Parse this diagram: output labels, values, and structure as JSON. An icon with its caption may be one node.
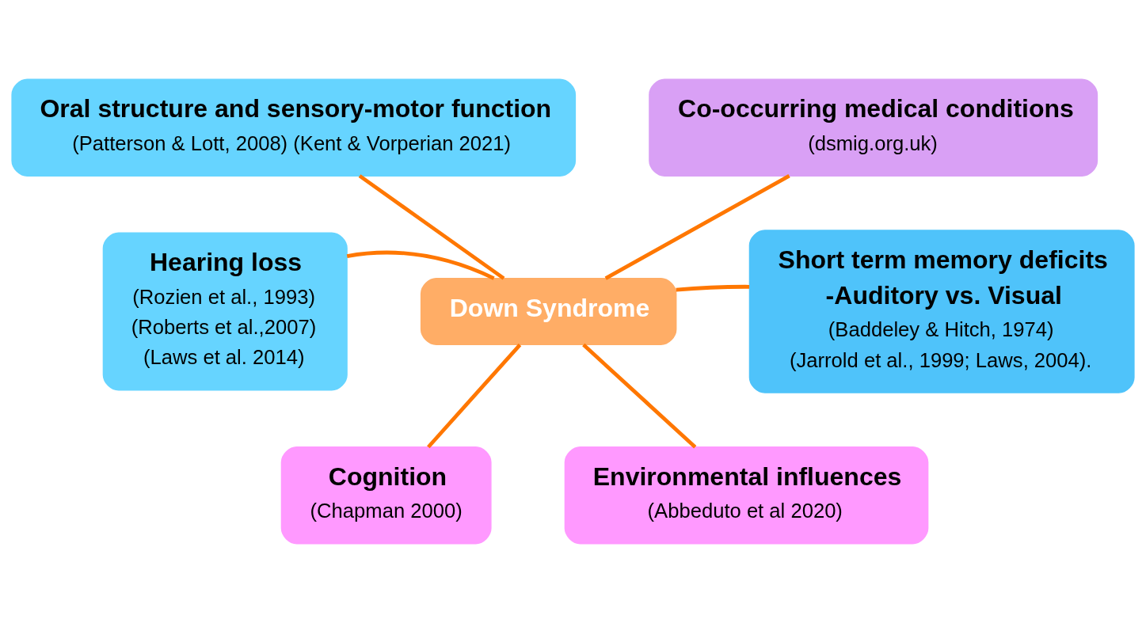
{
  "diagram": {
    "nodes": [
      {
        "text": [
          "Down Syndrome"
        ]
      },
      {
        "text": [
          "Oral structure and sensory-motor function",
          "(Patterson & Lott, 2008) (Kent & Vorperian 2021)"
        ]
      },
      {
        "text": [
          "Co-occurring medical conditions",
          "(dsmig.org.uk)"
        ]
      },
      {
        "text": [
          "Hearing loss",
          "(Rozien et al., 1993)",
          "(Roberts et al.,2007)",
          "(Laws et al. 2014)"
        ]
      },
      {
        "text": [
          "Short term memory deficits",
          "-Auditory vs. Visual",
          "(Baddeley & Hitch, 1974)",
          "(Jarrold et al., 1999; Laws, 2004)."
        ]
      },
      {
        "text": [
          "Cognition",
          "(Chapman 2000)"
        ]
      },
      {
        "text": [
          "Environmental influences",
          "(Abbeduto et al 2020)"
        ]
      }
    ],
    "edges": [
      {
        "from": 0,
        "to": 1,
        "arrow": "none"
      },
      {
        "from": 0,
        "to": 2,
        "arrow": "none"
      },
      {
        "from": 0,
        "to": 3,
        "arrow": "none"
      },
      {
        "from": 0,
        "to": 4,
        "arrow": "none"
      },
      {
        "from": 0,
        "to": 5,
        "arrow": "none"
      },
      {
        "from": 0,
        "to": 6,
        "arrow": "none"
      }
    ]
  }
}
